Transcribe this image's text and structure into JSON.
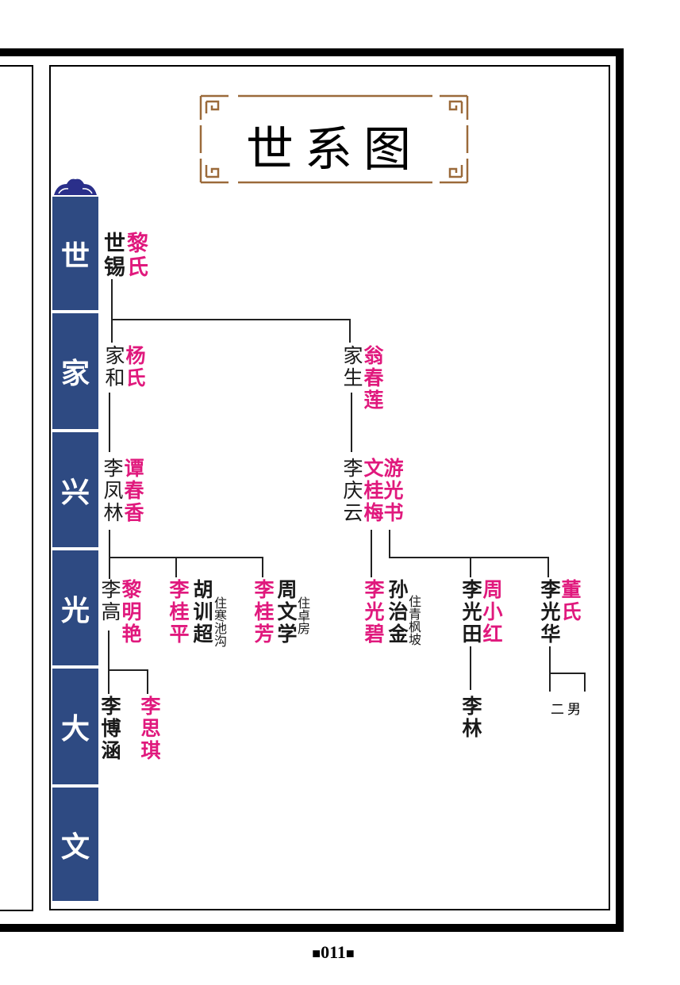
{
  "title": "世系图",
  "generations": [
    "世",
    "家",
    "兴",
    "光",
    "大",
    "文"
  ],
  "page_number": "011",
  "page_marker": "■",
  "people": {
    "shixi": "世锡",
    "shixi_wife": "黎氏",
    "jiahe": "家和",
    "jiahe_wife": "杨氏",
    "jiasheng": "家生",
    "jiasheng_wife": "翁春莲",
    "fenglin": "李凤林",
    "fenglin_wife": "谭春香",
    "qingyun": "李庆云",
    "qingyun_wife1": "文桂梅",
    "qingyun_wife2": "游光书",
    "gao": "李高",
    "gao_wife": "黎明艳",
    "guiping": "李桂平",
    "guiping_husband": "胡训超",
    "guiping_note": "住寒池沟",
    "guifang": "李桂芳",
    "guifang_husband": "周文学",
    "guifang_note": "住卓房",
    "guangbi": "李光碧",
    "guangbi_husband": "孙治金",
    "guangbi_note": "住青枫坡",
    "guangtian": "李光田",
    "guangtian_wife": "周小红",
    "guanghua": "李光华",
    "guanghua_wife": "董氏",
    "bohan": "李博涵",
    "siqi": "李思琪",
    "lin": "李林",
    "two_sons": "二男"
  }
}
